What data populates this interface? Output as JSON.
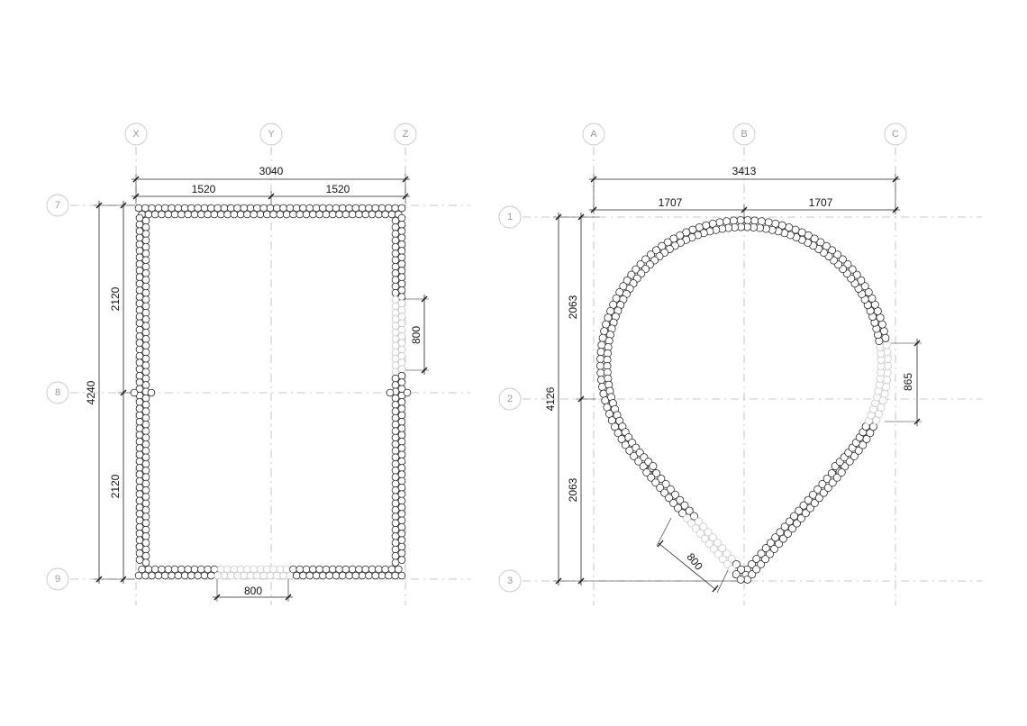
{
  "plan_rect": {
    "grid_columns": [
      "X",
      "Y",
      "Z"
    ],
    "grid_rows": [
      "7",
      "8",
      "9"
    ],
    "dimensions": {
      "overall_width": "3040",
      "bay_left": "1520",
      "bay_right": "1520",
      "overall_height": "4240",
      "height_upper": "2120",
      "height_lower": "2120",
      "door_bottom": "800",
      "door_right": "800"
    }
  },
  "plan_drop": {
    "grid_columns": [
      "A",
      "B",
      "C"
    ],
    "grid_rows": [
      "1",
      "2",
      "3"
    ],
    "dimensions": {
      "overall_width": "3413",
      "half_left": "1707",
      "half_right": "1707",
      "overall_height": "4126",
      "height_upper": "2063",
      "height_lower": "2063",
      "door_right": "865",
      "door_bottom_left": "800"
    }
  },
  "colors": {
    "log_stroke": "#1a1a1a",
    "door_log_stroke": "#c4c4c4",
    "grid_bubble": "#c8c8c8",
    "axis_line": "#b8b8b8",
    "dimension": "#222222"
  }
}
